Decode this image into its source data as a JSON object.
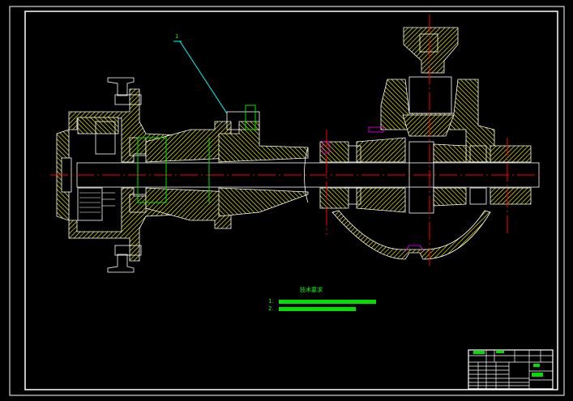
{
  "drawing": {
    "callout_label": "1",
    "colors": {
      "background": "#000000",
      "outline": "#ffffff",
      "hatch": "#ffff00",
      "centerline": "#ff0000",
      "dimension": "#00ff00",
      "leader": "#00ffff",
      "seal": "#ff00ff"
    }
  },
  "technical_requirements": {
    "heading": "技术要求",
    "items": [
      {
        "number": "1."
      },
      {
        "number": "2."
      }
    ]
  }
}
